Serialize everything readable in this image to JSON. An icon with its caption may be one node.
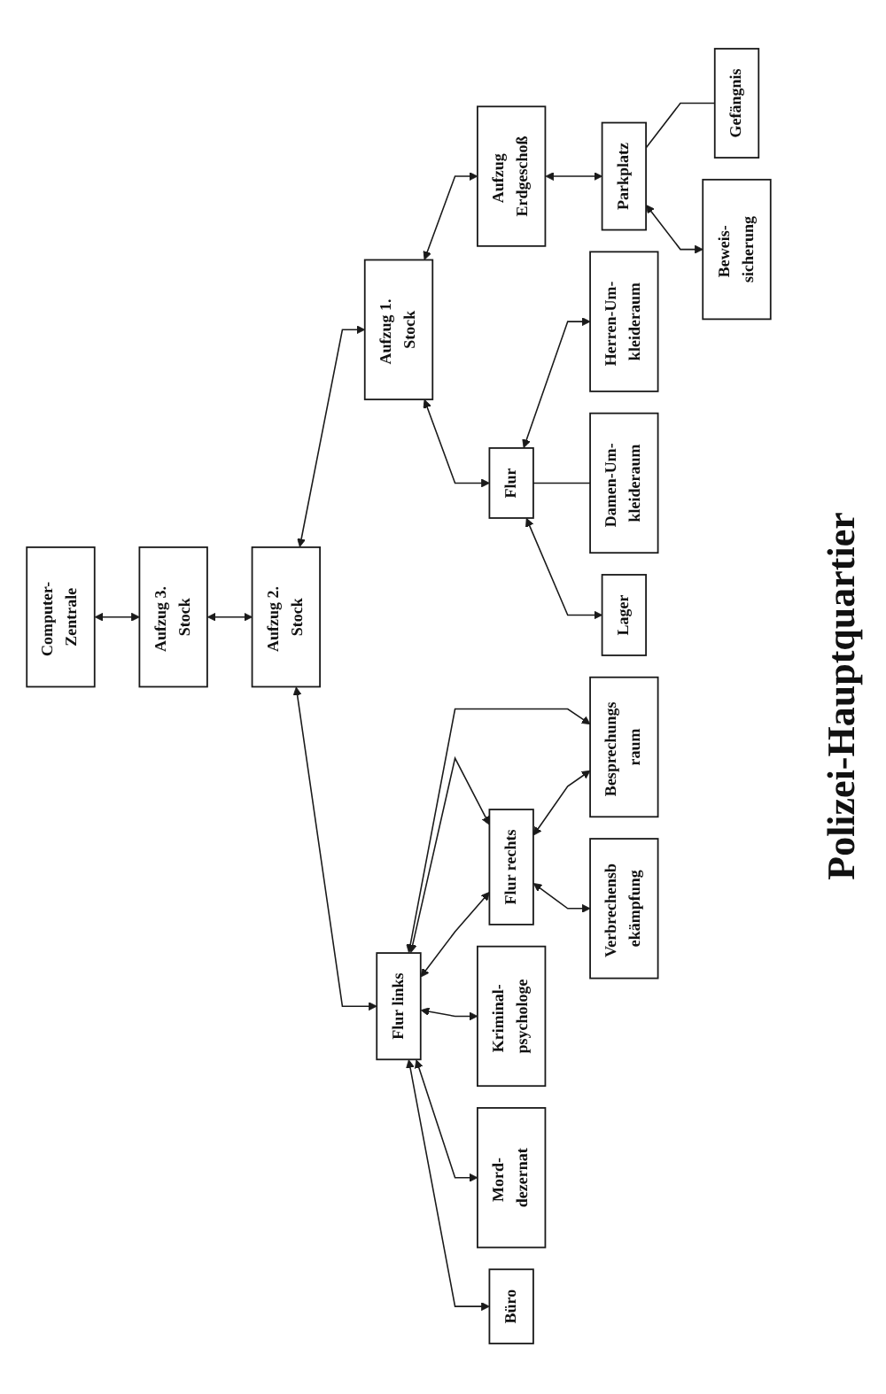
{
  "diagram": {
    "title": "Polizei-Hauptquartier",
    "nodes": [
      {
        "text": [
          "Aufzug 3. Stock"
        ]
      },
      {
        "text": [
          "Computer- Zentrale"
        ]
      },
      {
        "text": [
          "Büro"
        ]
      },
      {
        "text": [
          "Mord- dezernat"
        ]
      },
      {
        "text": [
          "Verbrechensb ekämpfung"
        ]
      },
      {
        "text": [
          "Besprechungs raum"
        ]
      },
      {
        "text": [
          "Kriminal- psychologe"
        ]
      },
      {
        "text": [
          "Aufzug 2. Stock"
        ]
      },
      {
        "text": [
          "Flur links"
        ]
      },
      {
        "text": [
          "Flur rechts"
        ]
      },
      {
        "text": [
          "Lager"
        ]
      },
      {
        "text": [
          "Damen-Um- kleideraum"
        ]
      },
      {
        "text": [
          "Aufzug 1. Stock"
        ]
      },
      {
        "text": [
          "Flur"
        ]
      },
      {
        "text": [
          "Herren-Um- kleideraum"
        ]
      },
      {
        "text": [
          "Beweis- sicherung"
        ]
      },
      {
        "text": [
          "Gefängnis"
        ]
      },
      {
        "text": [
          "Aufzug Erdgeschoß"
        ]
      },
      {
        "text": [
          "Parkplatz"
        ]
      }
    ],
    "edges": [
      {
        "from": 1,
        "to": 0,
        "arrow": "both"
      },
      {
        "from": 0,
        "to": 7,
        "arrow": "both"
      },
      {
        "from": 7,
        "to": 12,
        "arrow": "both"
      },
      {
        "from": 12,
        "to": 17,
        "arrow": "both"
      },
      {
        "from": 7,
        "to": 8,
        "arrow": "both"
      },
      {
        "from": 8,
        "to": 2,
        "arrow": "both"
      },
      {
        "from": 8,
        "to": 3,
        "arrow": "both"
      },
      {
        "from": 8,
        "to": 6,
        "arrow": "both"
      },
      {
        "from": 8,
        "to": 5,
        "arrow": "both"
      },
      {
        "from": 8,
        "to": 9,
        "arrow": "both"
      },
      {
        "from": 9,
        "to": 4,
        "arrow": "both"
      },
      {
        "from": 9,
        "to": 5,
        "arrow": "both"
      },
      {
        "from": 8,
        "to": 9,
        "arrow": "both"
      },
      {
        "from": 12,
        "to": 13,
        "arrow": "both"
      },
      {
        "from": 13,
        "to": 10,
        "arrow": "both"
      },
      {
        "from": 13,
        "to": 11,
        "arrow": "none"
      },
      {
        "from": 13,
        "to": 14,
        "arrow": "both"
      },
      {
        "from": 17,
        "to": 18,
        "arrow": "both"
      },
      {
        "from": 18,
        "to": 15,
        "arrow": "both"
      },
      {
        "from": 18,
        "to": 16,
        "arrow": "none"
      }
    ]
  }
}
